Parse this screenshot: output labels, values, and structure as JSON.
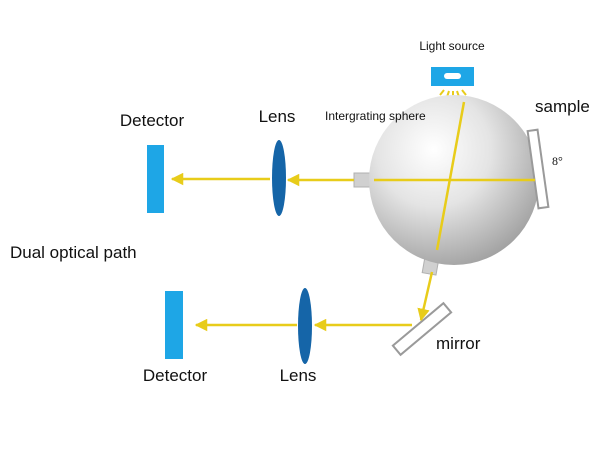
{
  "diagram": {
    "title": "Dual optical path",
    "labels": {
      "light_source": "Light source",
      "sphere": "Intergrating sphere",
      "sample": "sample",
      "angle": "8°",
      "detector_top": "Detector",
      "lens_top": "Lens",
      "detector_bottom": "Detector",
      "lens_bottom": "Lens",
      "mirror": "mirror"
    },
    "colors": {
      "beam": "#e8cc1a",
      "detector": "#1ea6e6",
      "lens": "#1565a8",
      "light_source": "#1ea6e6",
      "sphere": "#d9d9d9",
      "frame": "#9a9a9a"
    }
  }
}
